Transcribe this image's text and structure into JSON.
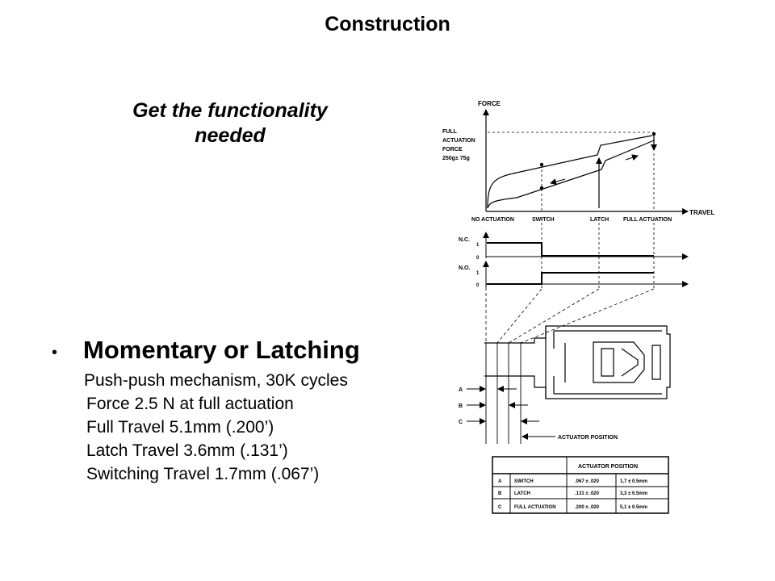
{
  "slide": {
    "title": "Construction",
    "subtitle_line1": "Get the functionality",
    "subtitle_line2": "needed",
    "bullet_marker": "•",
    "bullet_heading": "Momentary or Latching",
    "specs": [
      "Push-push mechanism, 30K cycles",
      "Force 2.5 N at full actuation",
      "Full Travel 5.1mm (.200’)",
      "Latch Travel 3.6mm (.131’)",
      "Switching Travel 1.7mm (.067’)"
    ]
  },
  "diagram": {
    "force_axis_label": "FORCE",
    "travel_axis_label": "TRAVEL",
    "full_force_label": [
      "FULL",
      "ACTUATION",
      "FORCE",
      "250g± 75g"
    ],
    "travel_points": [
      "NO ACTUATION",
      "SWITCH",
      "LATCH",
      "FULL ACTUATION"
    ],
    "nc_label": "N.C.",
    "no_label": "N.O.",
    "level_high": "1",
    "level_low": "0",
    "dim_labels": [
      "A",
      "B",
      "C"
    ],
    "actuator_position_label": "ACTUATOR POSITION",
    "table": {
      "header": "ACTUATOR POSITION",
      "rows": [
        {
          "key": "A",
          "name": "SWITCH",
          "inch": ".067 ± .020",
          "mm": "1,7 ± 0.5mm"
        },
        {
          "key": "B",
          "name": "LATCH",
          "inch": ".131 ± .020",
          "mm": "3,3 ± 0.5mm"
        },
        {
          "key": "C",
          "name": "FULL ACTUATION",
          "inch": ".200 ± .020",
          "mm": "5,1 ± 0.5mm"
        }
      ]
    }
  }
}
